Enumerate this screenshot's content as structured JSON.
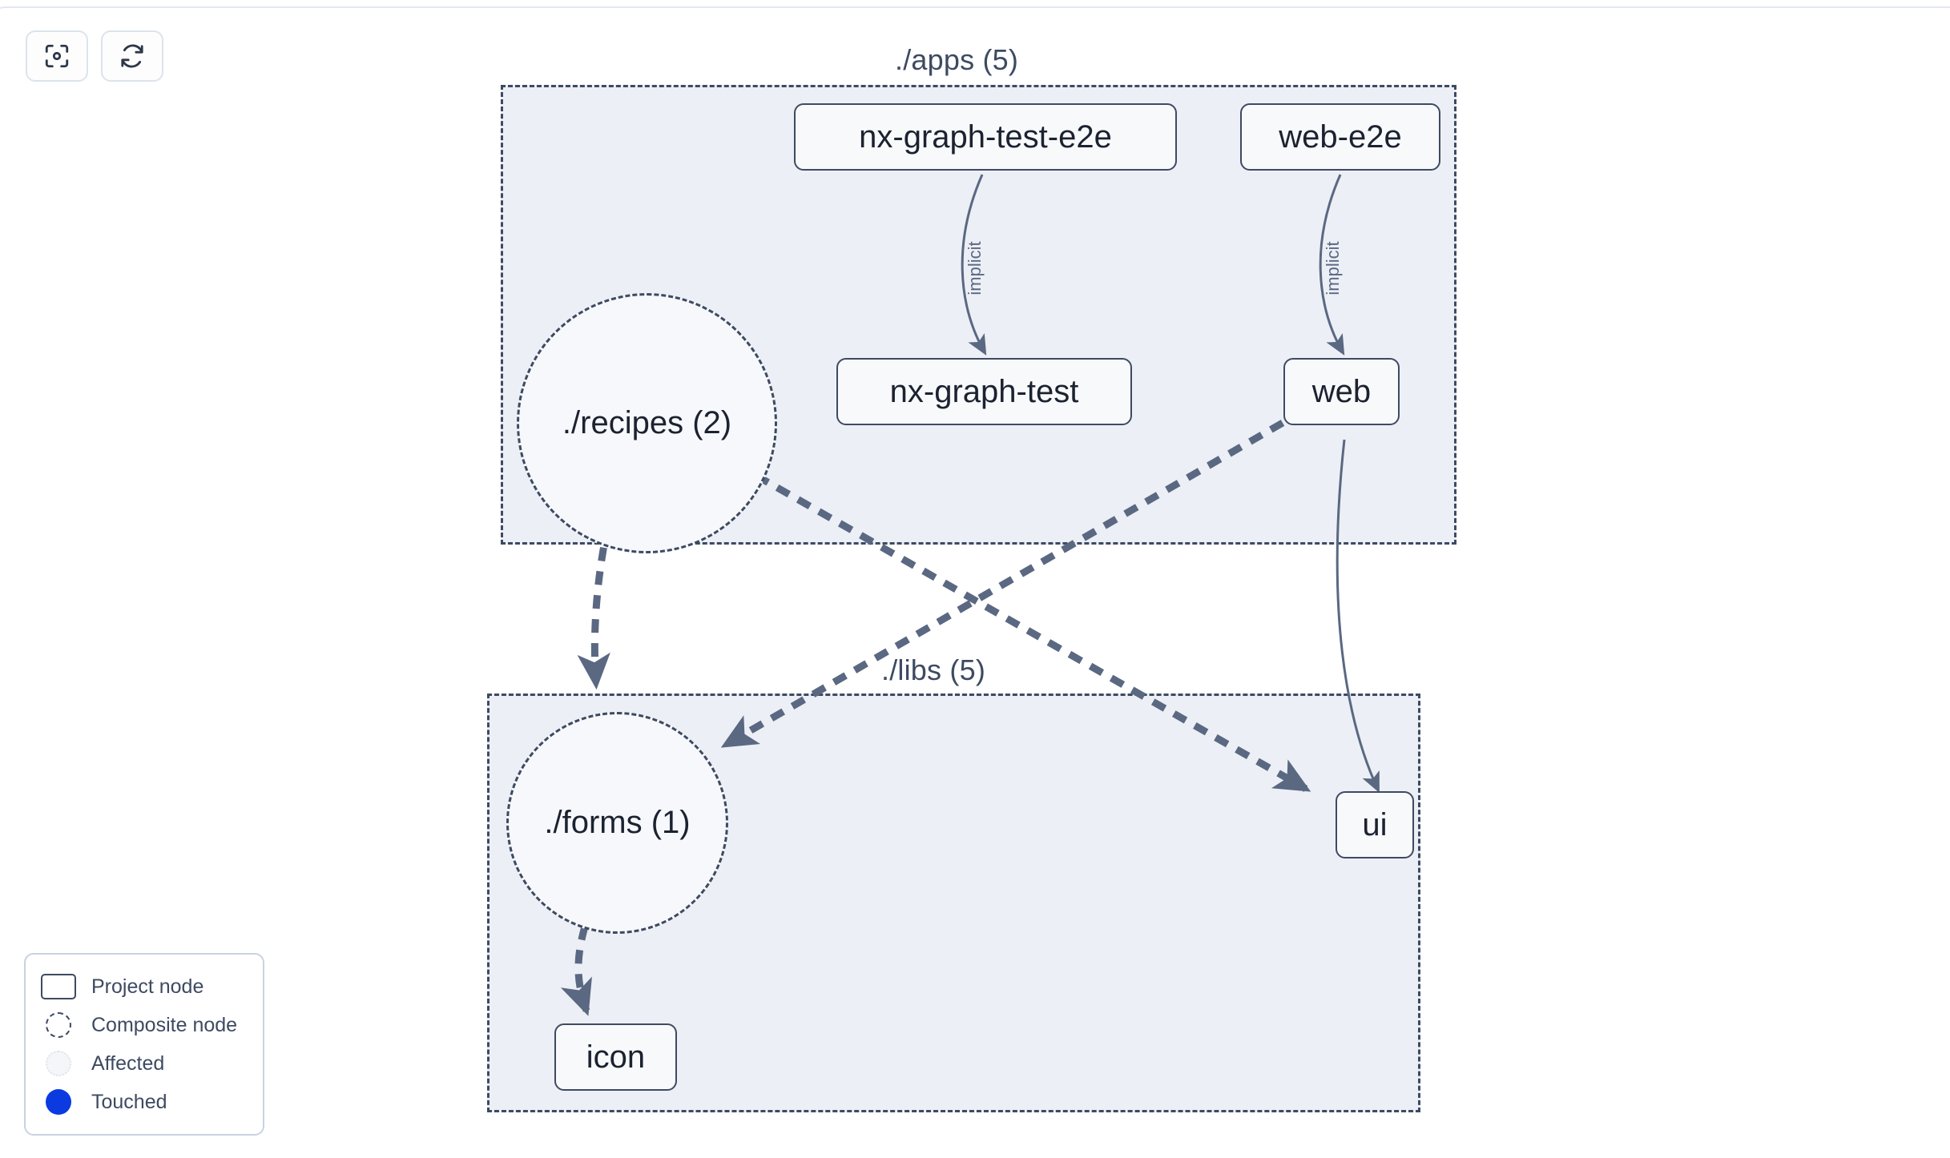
{
  "toolbar": {
    "buttons": [
      {
        "name": "focus-graph-button",
        "icon": "focus-target-icon",
        "label": ""
      },
      {
        "name": "refresh-graph-button",
        "icon": "refresh-icon",
        "label": ""
      }
    ]
  },
  "graph": {
    "groups": [
      {
        "id": "apps",
        "label": "./apps (5)"
      },
      {
        "id": "libs",
        "label": "./libs (5)"
      }
    ],
    "composite_nodes": [
      {
        "id": "recipes",
        "label": "./recipes (2)"
      },
      {
        "id": "forms",
        "label": "./forms (1)"
      }
    ],
    "project_nodes": [
      {
        "id": "nx-graph-test-e2e",
        "label": "nx-graph-test-e2e"
      },
      {
        "id": "web-e2e",
        "label": "web-e2e"
      },
      {
        "id": "nx-graph-test",
        "label": "nx-graph-test"
      },
      {
        "id": "web",
        "label": "web"
      },
      {
        "id": "ui",
        "label": "ui"
      },
      {
        "id": "icon",
        "label": "icon"
      }
    ],
    "edges": [
      {
        "from": "nx-graph-test-e2e",
        "to": "nx-graph-test",
        "label": "implicit",
        "style": "solid"
      },
      {
        "from": "web-e2e",
        "to": "web",
        "label": "implicit",
        "style": "solid"
      },
      {
        "from": "web",
        "to": "ui",
        "label": "",
        "style": "solid"
      },
      {
        "from": "recipes",
        "to": "forms",
        "label": "",
        "style": "dashed"
      },
      {
        "from": "recipes",
        "to": "ui",
        "label": "",
        "style": "dashed"
      },
      {
        "from": "web",
        "to": "forms",
        "label": "",
        "style": "dashed"
      },
      {
        "from": "forms",
        "to": "icon",
        "label": "",
        "style": "dashed"
      }
    ]
  },
  "legend": {
    "items": [
      {
        "swatch": "project-node-swatch",
        "label": "Project node"
      },
      {
        "swatch": "composite-node-swatch",
        "label": "Composite node"
      },
      {
        "swatch": "affected-swatch",
        "label": "Affected"
      },
      {
        "swatch": "touched-swatch",
        "label": "Touched"
      }
    ]
  },
  "colors": {
    "group_border": "#3d4a61",
    "group_fill": "#eceff5",
    "node_border": "#3d4a61",
    "node_fill": "#f8f9fb",
    "edge": "#5a6882",
    "touched": "#0a3ae0",
    "text": "#1b2230"
  }
}
